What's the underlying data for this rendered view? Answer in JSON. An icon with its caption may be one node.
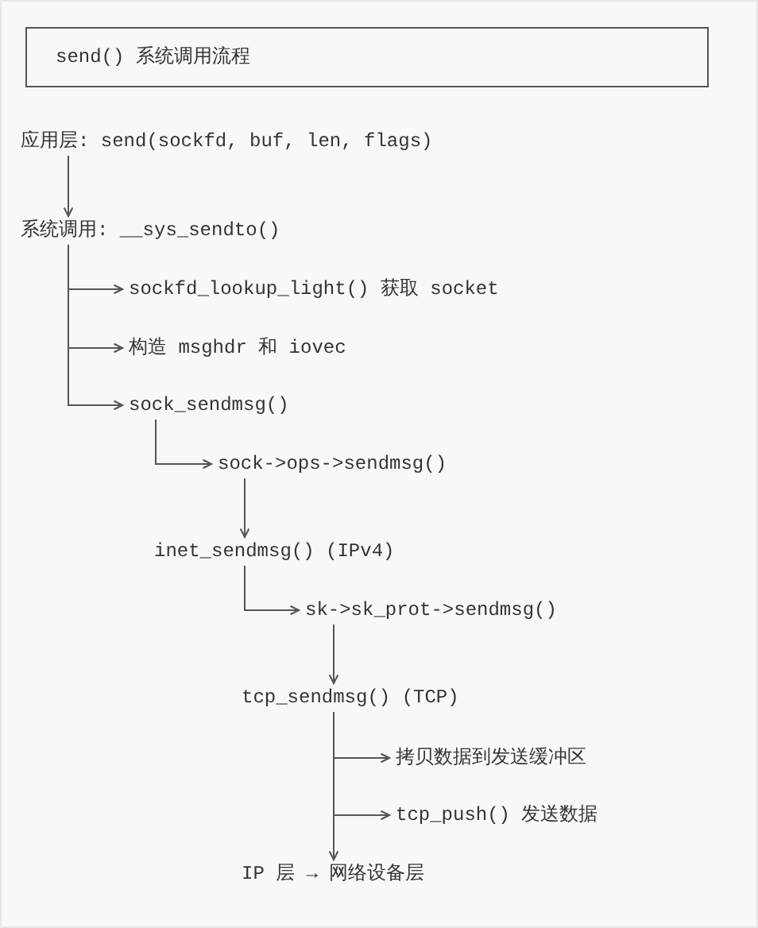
{
  "diagram": {
    "title": "send() 系统调用流程",
    "nodes": [
      {
        "text": [
          "应用层: send(sockfd, buf, len, flags)"
        ]
      },
      {
        "text": [
          "系统调用: __sys_sendto()"
        ]
      },
      {
        "text": [
          "sockfd_lookup_light() 获取 socket"
        ]
      },
      {
        "text": [
          "构造 msghdr 和 iovec"
        ]
      },
      {
        "text": [
          "sock_sendmsg()"
        ]
      },
      {
        "text": [
          "sock->ops->sendmsg()"
        ]
      },
      {
        "text": [
          "inet_sendmsg() (IPv4)"
        ]
      },
      {
        "text": [
          "sk->sk_prot->sendmsg()"
        ]
      },
      {
        "text": [
          "tcp_sendmsg() (TCP)"
        ]
      },
      {
        "text": [
          "拷贝数据到发送缓冲区"
        ]
      },
      {
        "text": [
          "tcp_push() 发送数据"
        ]
      },
      {
        "text": [
          "IP 层 → 网络设备层"
        ]
      }
    ],
    "edges": [
      {
        "from": 0,
        "to": 1,
        "arrow": "to"
      },
      {
        "from": 1,
        "to": 2,
        "arrow": "to"
      },
      {
        "from": 1,
        "to": 3,
        "arrow": "to"
      },
      {
        "from": 1,
        "to": 4,
        "arrow": "to"
      },
      {
        "from": 4,
        "to": 5,
        "arrow": "to"
      },
      {
        "from": 5,
        "to": 6,
        "arrow": "to"
      },
      {
        "from": 6,
        "to": 7,
        "arrow": "to"
      },
      {
        "from": 7,
        "to": 8,
        "arrow": "to"
      },
      {
        "from": 8,
        "to": 9,
        "arrow": "to"
      },
      {
        "from": 8,
        "to": 10,
        "arrow": "to"
      },
      {
        "from": 8,
        "to": 11,
        "arrow": "to"
      }
    ]
  }
}
